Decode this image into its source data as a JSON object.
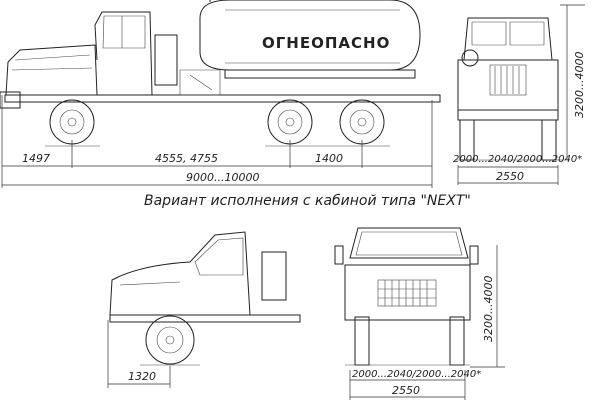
{
  "tank_label": "ОГНЕОПАСНО",
  "top_side": {
    "front_overhang": "1497",
    "wheelbase": "4555, 4755",
    "rear_axle_spacing": "1400",
    "overall_length": "9000...10000"
  },
  "top_front": {
    "track": "2000...2040/2000...2040*",
    "width": "2550",
    "height": "3200...4000"
  },
  "caption": "Вариант исполнения с кабиной типа \"NEXT\"",
  "bottom_side": {
    "front_overhang": "1320"
  },
  "bottom_front": {
    "track": "2000...2040/2000...2040*",
    "width": "2550",
    "height": "3200...4000"
  }
}
